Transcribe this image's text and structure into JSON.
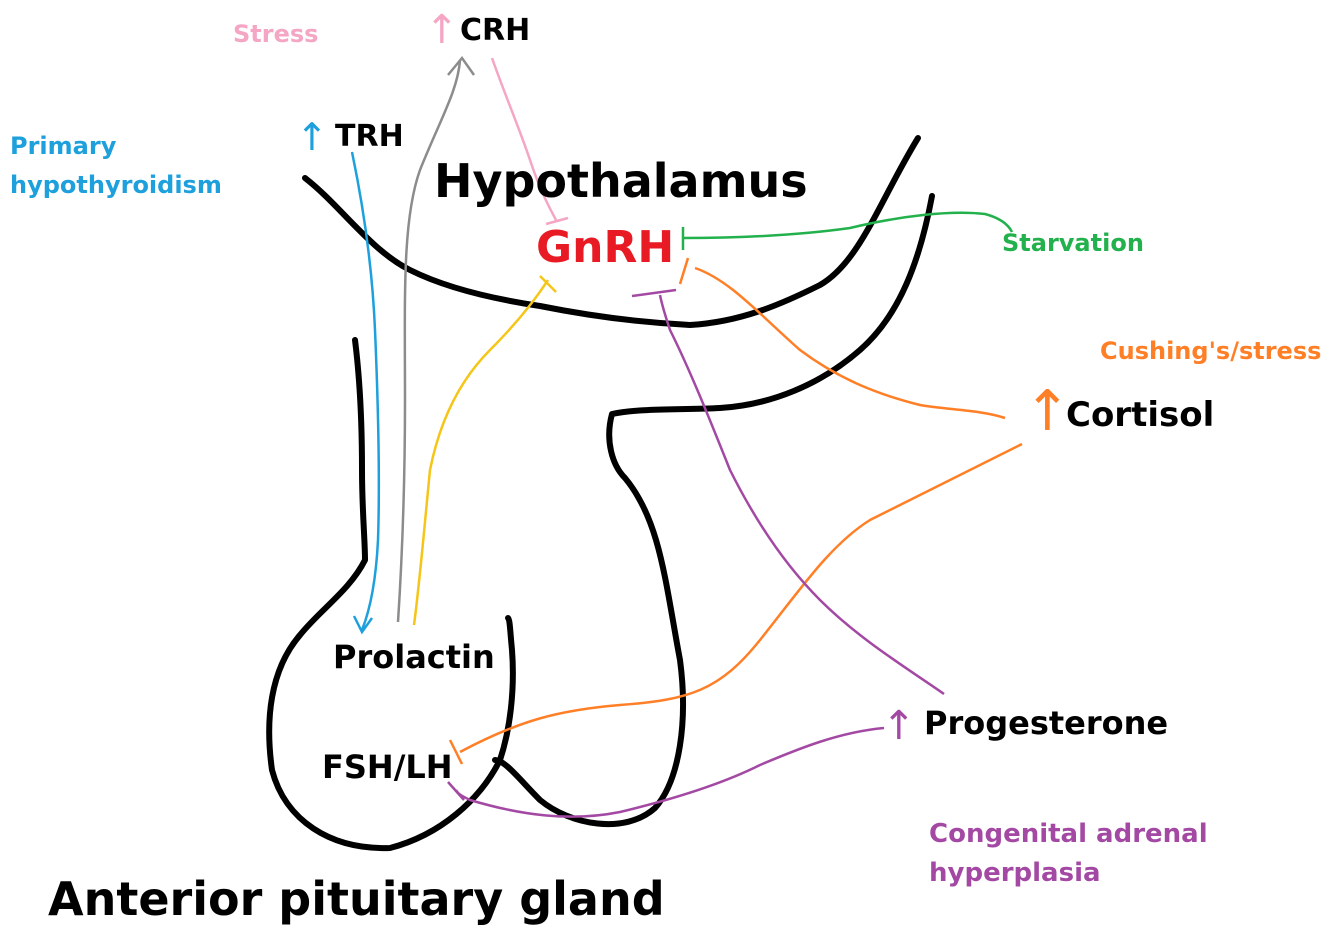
{
  "colors": {
    "outline": "#000000",
    "stress": "#f4a6c4",
    "hypothyroid": "#1ea0dc",
    "gnrh": "#e81b24",
    "starvation": "#22b14c",
    "cortisol": "#ff7f27",
    "progesterone": "#a349a4",
    "prolactin": "#f5c518",
    "crh_path": "#8c8c8c"
  },
  "labels": {
    "stress": "Stress",
    "crh": "CRH",
    "trh": "TRH",
    "primary_hypothyroidism_line1": "Primary",
    "primary_hypothyroidism_line2": "hypothyroidism",
    "hypothalamus": "Hypothalamus",
    "gnrh": "GnRH",
    "starvation": "Starvation",
    "cushings_stress": "Cushing's/stress",
    "cortisol": "Cortisol",
    "prolactin": "Prolactin",
    "fsh_lh": "FSH/LH",
    "progesterone": "Progesterone",
    "cah_line1": "Congenital adrenal",
    "cah_line2": "hyperplasia",
    "anterior_pituitary": "Anterior pituitary gland"
  },
  "symbols": {
    "up_arrow": "↑"
  }
}
